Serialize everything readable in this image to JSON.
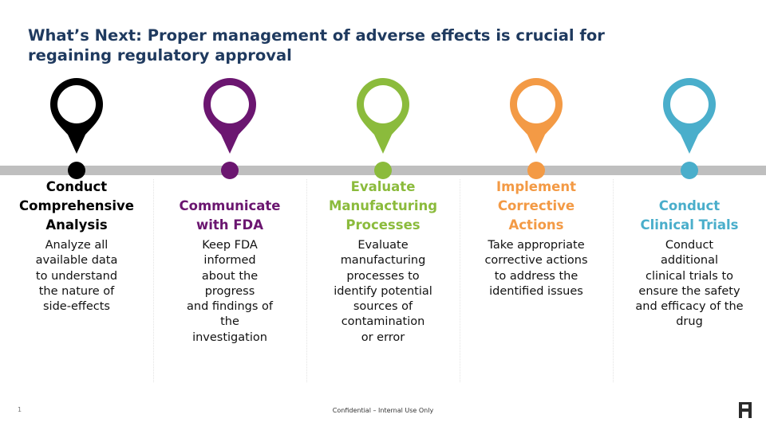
{
  "title": "What’s Next: Proper management of adverse effects is crucial for regaining regulatory approval",
  "steps": [
    {
      "title_lines": [
        "Conduct",
        "Comprehensive",
        "Analysis"
      ],
      "description_lines": [
        "Analyze all",
        "available data",
        "to understand",
        "the nature of",
        "side-effects"
      ],
      "color": "#000000"
    },
    {
      "title_lines": [
        "",
        "Communicate",
        "with FDA"
      ],
      "description_lines": [
        "Keep FDA informed",
        "about the progress",
        "and findings of the",
        "investigation"
      ],
      "color": "#6b1670"
    },
    {
      "title_lines": [
        "Evaluate",
        "Manufacturing",
        "Processes"
      ],
      "description_lines": [
        "Evaluate",
        "manufacturing",
        "processes to",
        "identify potential",
        "sources of",
        "contamination",
        "or error"
      ],
      "color": "#8bbb3c"
    },
    {
      "title_lines": [
        "Implement",
        "Corrective",
        "Actions"
      ],
      "description_lines": [
        "Take appropriate",
        "corrective actions",
        "to address the",
        "identified issues"
      ],
      "color": "#f39a45"
    },
    {
      "title_lines": [
        "",
        "Conduct",
        "Clinical Trials"
      ],
      "description_lines": [
        "Conduct additional",
        "clinical trials to",
        "ensure the safety",
        "and efficacy of the",
        "drug"
      ],
      "color": "#4aaecb"
    }
  ],
  "footer": {
    "page_number": "1",
    "confidential": "Confidential – Internal Use Only"
  },
  "icons": {
    "pin": "map-pin-icon",
    "logo": "company-logo-icon"
  },
  "colors": {
    "title": "#1f3a5f",
    "timeline": "#bfbfbf"
  }
}
